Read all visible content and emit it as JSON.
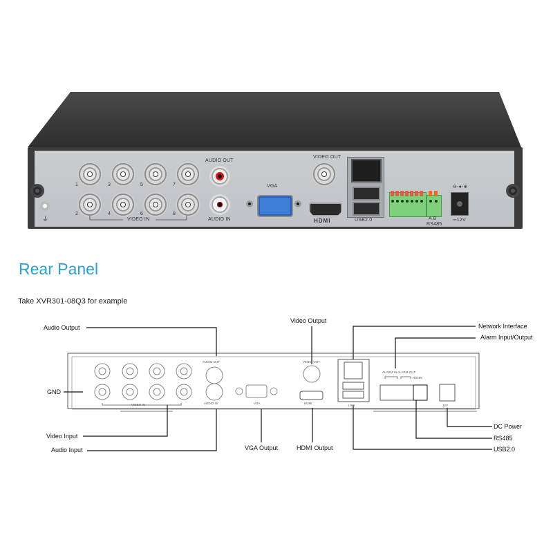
{
  "photo": {
    "labels": {
      "audio_out": "AUDIO OUT",
      "audio_in": "AUDIO IN",
      "video_in": "VIDEO IN",
      "vga": "VGA",
      "video_out": "VIDEO OUT",
      "hdmi": "HDMI",
      "usb": "USB2.0",
      "rs485_ab": "A  B",
      "rs485": "RS485",
      "power": "⎓12V",
      "polarity": "⊖-●-⊕"
    },
    "channel_numbers": [
      "1",
      "2",
      "3",
      "4",
      "5",
      "6",
      "7",
      "8"
    ],
    "colors": {
      "lid": "#3a3a3a",
      "plate": "#c4c8cb",
      "vga": "#3f7ed8",
      "rca_out": "#d11111",
      "terminal": "#7ed07b",
      "terminal_pin": "#e8584a"
    }
  },
  "document": {
    "title": "Rear Panel",
    "subtitle": "Take XVR301-08Q3 for example",
    "title_color": "#2a9fd6"
  },
  "diagram": {
    "callouts": {
      "audio_output": "Audio Output",
      "video_output": "Video Output",
      "network_interface": "Network Interface",
      "alarm_io": "Alarm Input/Output",
      "gnd": "GND",
      "video_input": "Video Input",
      "audio_input": "Audio Input",
      "vga_output": "VGA Output",
      "hdmi_output": "HDMI Output",
      "dc_power": "DC Power",
      "rs485": "RS485",
      "usb": "USB2.0"
    },
    "panel_labels": {
      "audio_out": "AUDIO OUT",
      "audio_in": "AUDIO IN",
      "video_in": "VIDEO IN",
      "vga": "VGA",
      "video_out": "VIDEO OUT",
      "hdmi": "HDMI",
      "usb": "USB",
      "alarm_in": "ALARM IN",
      "alarm_out": "ALARM OUT",
      "rs485": "RS485",
      "power": "12V"
    }
  }
}
